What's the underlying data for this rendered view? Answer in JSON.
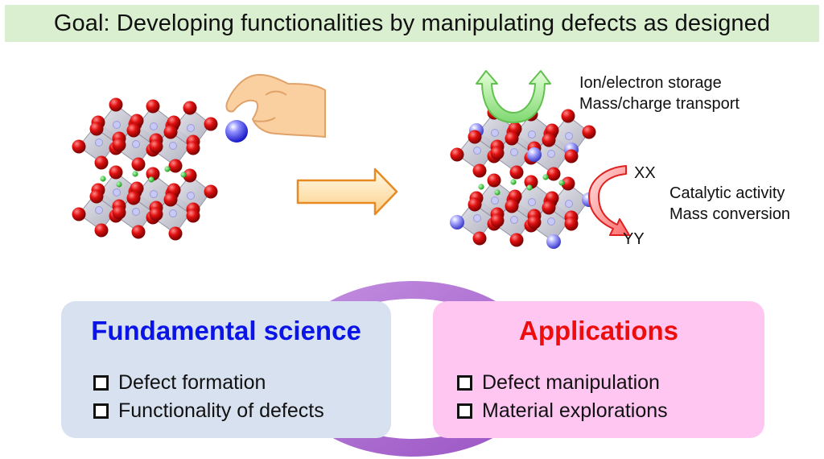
{
  "goal": {
    "text": "Goal: Developing functionalities by manipulating defects as designed"
  },
  "storage_note": {
    "line1": "Ion/electron storage",
    "line2": "Mass/charge transport"
  },
  "catalysis": {
    "reactant": "XX",
    "product": "YY",
    "line1": "Catalytic activity",
    "line2": "Mass conversion"
  },
  "fundamental": {
    "title": "Fundamental science",
    "items": [
      "Defect formation",
      "Functionality of defects"
    ]
  },
  "applications": {
    "title": "Applications",
    "items": [
      "Defect manipulation",
      "Material explorations"
    ]
  },
  "colors": {
    "banner": "#d9efd0",
    "fundamental_title": "#0a14e6",
    "applications_title": "#ee0d0d",
    "fundamental_box": "#d7e1ef",
    "applications_box": "#ffc6f2",
    "cycle_ring": "#b06fd0",
    "oxygen_atom": "#e01010",
    "defect_atom": "#8c8cf0",
    "interstitial": "#2ec82e"
  }
}
